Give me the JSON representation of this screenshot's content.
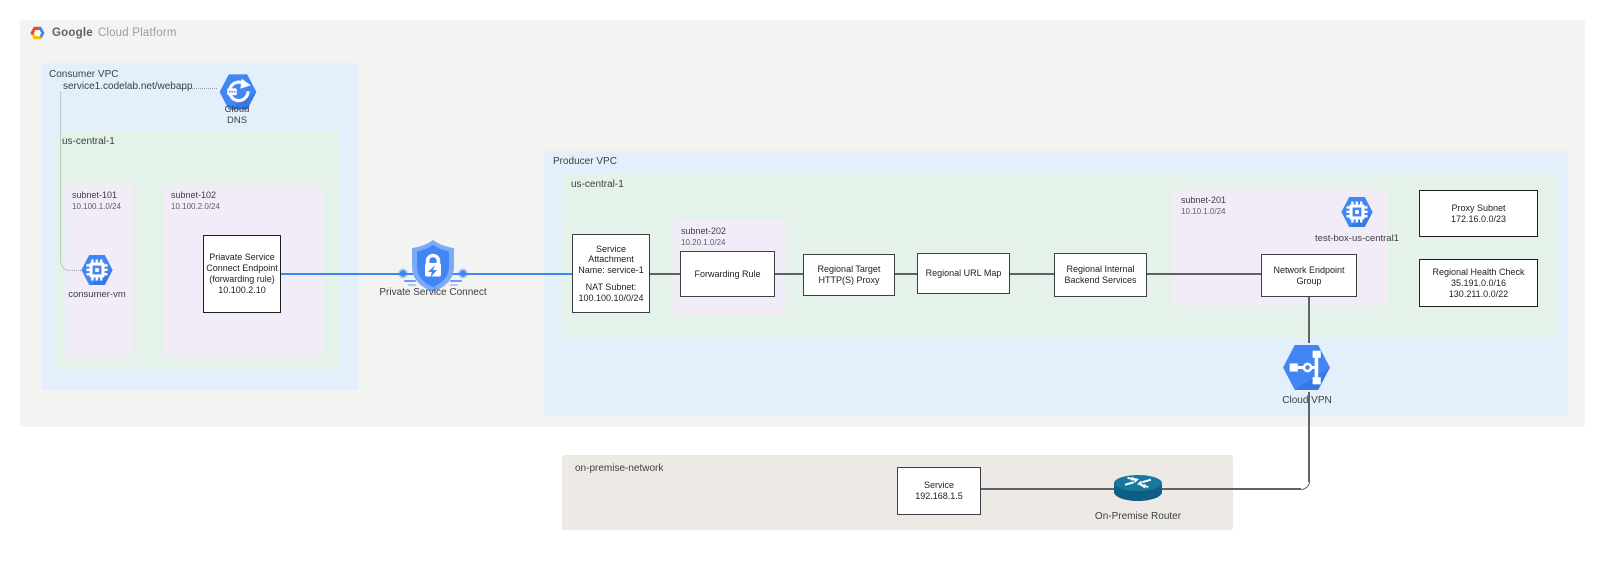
{
  "header": {
    "logo_google": "Google",
    "logo_rest": "Cloud Platform"
  },
  "colors": {
    "accent_blue": "#4285f4",
    "panel_gray": "#f3f3f1",
    "zone_blue": "#e3f0fb",
    "zone_green": "#e4f2ea",
    "zone_purple": "#f1ecf7",
    "zone_beige": "#edeae5",
    "line_gray": "#5f6368",
    "router_teal": "#17789f"
  },
  "icons": {
    "gcp_logo": "gcp-hexagon-logo",
    "cloud_dns": "cloud-dns-hexagon",
    "consumer_vm": "compute-engine-hexagon",
    "test_box": "compute-engine-hexagon",
    "psc": "shield-lock-bolt",
    "cloud_vpn": "vpn-hexagon",
    "router": "router-cylinder"
  },
  "consumer_vpc": {
    "label": "Consumer VPC",
    "dns_record": "service1.codelab.net/webapp",
    "cloud_dns_lines": [
      "Cloud",
      "DNS"
    ],
    "region_label": "us-central-1",
    "subnet_101": {
      "name": "subnet-101",
      "cidr": "10.100.1.0/24"
    },
    "consumer_vm_label": "consumer-vm",
    "subnet_102": {
      "name": "subnet-102",
      "cidr": "10.100.2.0/24"
    },
    "psc_endpoint_lines": [
      "Priavate Service",
      "Connect Endpoint",
      "(forwarding rule)",
      "10.100.2.10"
    ]
  },
  "psc_label": "Private Service Connect",
  "producer_vpc": {
    "label": "Producer VPC",
    "region_label": "us-central-1",
    "service_attachment_lines": [
      "Service",
      "Attachment",
      "Name: service-1",
      " ",
      "NAT Subnet:",
      "100.100.10/0/24"
    ],
    "subnet_202": {
      "name": "subnet-202",
      "cidr": "10.20.1.0/24",
      "box_label": "Forwarding Rule"
    },
    "rt_proxy_lines": [
      "Regional Target",
      "HTTP(S) Proxy"
    ],
    "url_map_label": "Regional URL Map",
    "backend_lines": [
      "Regional Internal",
      "Backend Services"
    ],
    "subnet_201": {
      "name": "subnet-201",
      "cidr": "10.10.1.0/24"
    },
    "neg_lines": [
      "Network Endpoint",
      "Group"
    ],
    "test_box_label": "test-box-us-central1",
    "proxy_subnet_lines": [
      "Proxy Subnet",
      "172.16.0.0/23"
    ],
    "health_check_lines": [
      "Regional Health Check",
      "35.191.0.0/16",
      "130.211.0.0/22"
    ]
  },
  "cloud_vpn_label": "Cloud VPN",
  "on_premise": {
    "label": "on-premise-network",
    "service_lines": [
      "Service",
      "192.168.1.5"
    ],
    "router_label": "On-Premise Router"
  }
}
